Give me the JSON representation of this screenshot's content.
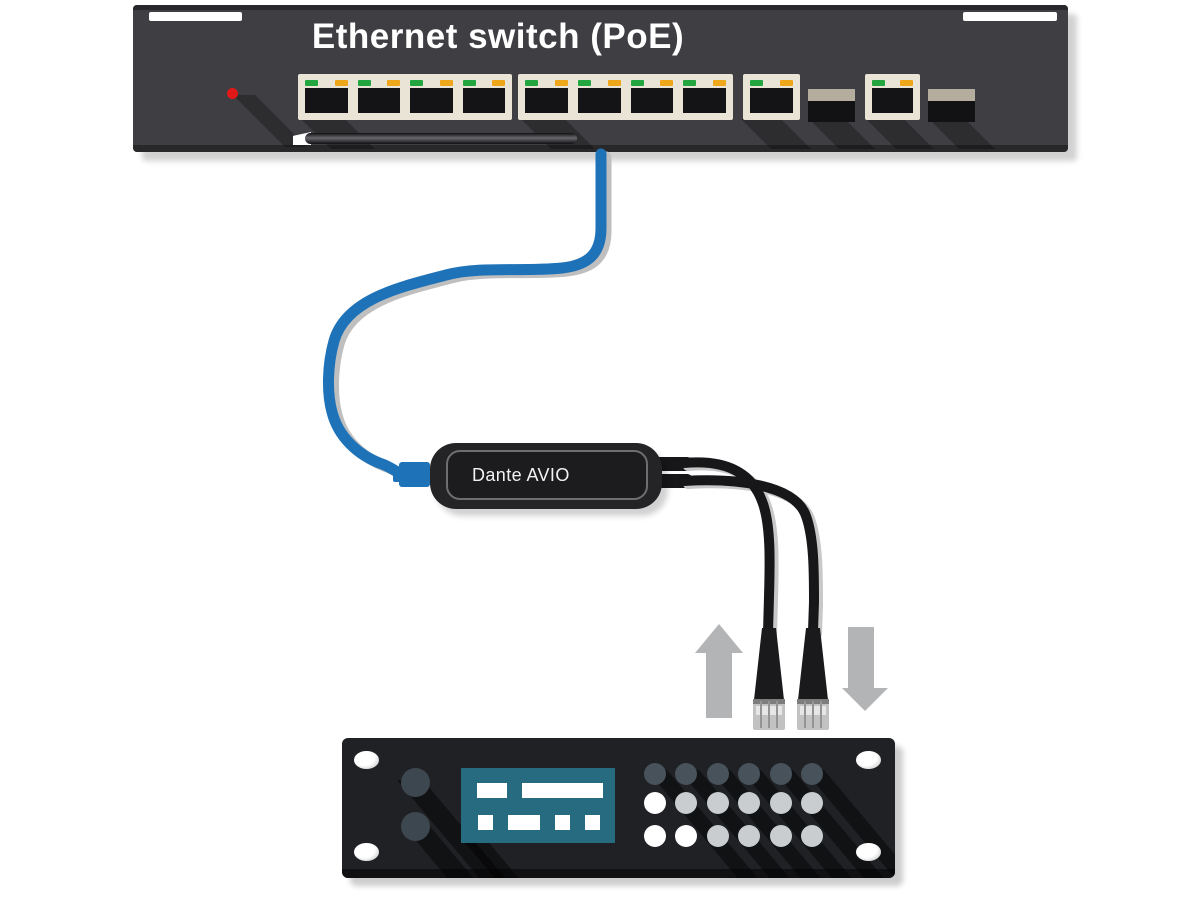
{
  "switch": {
    "title": "Ethernet switch (PoE)",
    "title_color": "#ffffff",
    "body_color": "#3e3e43",
    "top_band_color": "#28282c",
    "power_led_color": "#e01818",
    "port_bezel_color": "#e9e4d6",
    "port_hole_color": "#141417",
    "led_green": "#23a63f",
    "led_orange": "#eea61b",
    "sfp_color": "#b4ac9d",
    "port_layout": [
      4,
      4,
      1,
      1
    ],
    "sfp_slots": 2
  },
  "cable": {
    "color": "#1e72b8"
  },
  "adapter": {
    "label": "Dante AVIO",
    "body_color": "#242427",
    "inner_color": "#1c1c1f",
    "label_color": "#f2f2f2",
    "cable_color": "#17171a"
  },
  "xlr": {
    "count": 2,
    "body_color": "#1a1a1d",
    "ring_color": "#c2c2c2"
  },
  "arrows": {
    "color": "#b3b4b6"
  },
  "device": {
    "body_color": "#202125",
    "screen_color": "#276b80",
    "knob_color": "#3d474f",
    "screw_color": "#ffffff",
    "button_rows": [
      [
        "#47525b",
        "#47525b",
        "#47525b",
        "#47525b",
        "#47525b",
        "#47525b"
      ],
      [
        "#ffffff",
        "#c9cdcf",
        "#c9cdcf",
        "#c9cdcf",
        "#c9cdcf",
        "#c9cdcf"
      ],
      [
        "#ffffff",
        "#ffffff",
        "#c9cdcf",
        "#c9cdcf",
        "#c9cdcf",
        "#c9cdcf"
      ]
    ]
  }
}
